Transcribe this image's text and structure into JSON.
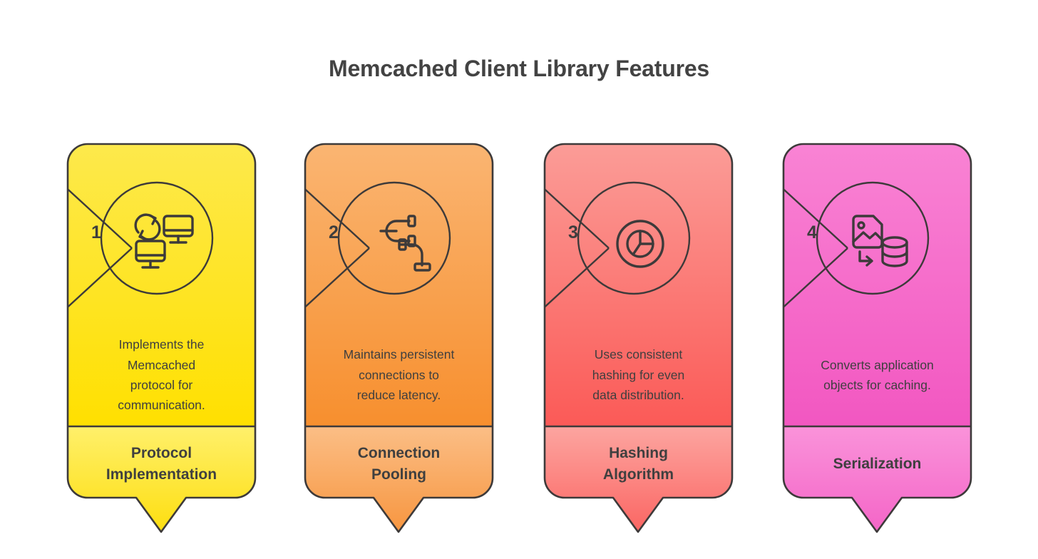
{
  "page": {
    "title": "Memcached Client Library Features",
    "background": "#ffffff",
    "text_color": "#3f3f3f",
    "outline_color": "#3d3a3a"
  },
  "cards": [
    {
      "number": "1",
      "title": "Protocol\nImplementation",
      "description": "Implements the\nMemcached\nprotocol for\ncommunication.",
      "icon": "devices-sync-icon",
      "colors": {
        "body_top": "#FDE94C",
        "body_bottom": "#FFE000",
        "footer_top": "#FFF06B",
        "footer_bottom": "#FDDE10",
        "tail": "#FCDE1A"
      }
    },
    {
      "number": "2",
      "title": "Connection\nPooling",
      "description": "Maintains persistent\nconnections to\nreduce latency.",
      "icon": "pipe-icon",
      "colors": {
        "body_top": "#FAB572",
        "body_bottom": "#F78F2E",
        "footer_top": "#FBBE86",
        "footer_bottom": "#F79640",
        "tail": "#F89335"
      }
    },
    {
      "number": "3",
      "title": "Hashing\nAlgorithm",
      "description": " Uses consistent\nhashing for even\ndata distribution.",
      "icon": "hash-ring-pie-icon",
      "colors": {
        "body_top": "#FB9C97",
        "body_bottom": "#FB5A57",
        "footer_top": "#FCA5A0",
        "footer_bottom": "#FB6663",
        "tail": "#FB615E"
      }
    },
    {
      "number": "4",
      "title": "Serialization",
      "description": "Converts application\nobjects for caching.",
      "icon": "image-to-database-icon",
      "colors": {
        "body_top": "#F983D4",
        "body_bottom": "#F257C1",
        "footer_top": "#FA93DA",
        "footer_bottom": "#F465C7",
        "tail": "#F45FC4"
      }
    }
  ]
}
